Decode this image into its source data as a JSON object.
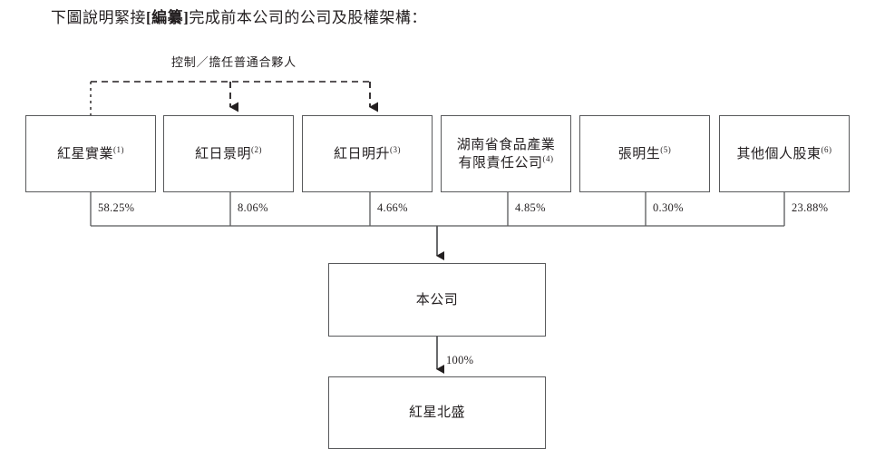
{
  "heading": {
    "before": "下圖說明緊接",
    "emphasis": "[編纂]",
    "after": "完成前本公司的公司及股權架構："
  },
  "diagram": {
    "control_label": "控制／擔任普通合夥人",
    "shareholders": [
      {
        "name": "紅星實業",
        "note": "(1)",
        "percent": "58.25%"
      },
      {
        "name": "紅日景明",
        "note": "(2)",
        "percent": "8.06%"
      },
      {
        "name": "紅日明升",
        "note": "(3)",
        "percent": "4.66%"
      },
      {
        "name": "湖南省食品產業\n有限責任公司",
        "line1": "湖南省食品產業",
        "line2": "有限責任公司",
        "note": "(4)",
        "percent": "4.85%"
      },
      {
        "name": "張明生",
        "note": "(5)",
        "percent": "0.30%"
      },
      {
        "name": "其他個人股東",
        "note": "(6)",
        "percent": "23.88%"
      }
    ],
    "company": {
      "name": "本公司"
    },
    "subsidiary": {
      "name": "紅星北盛",
      "percent": "100%"
    }
  },
  "colors": {
    "box_border": "#58595b",
    "connector": "#58595b",
    "text": "#231f20",
    "dashed_connector": "#231f20"
  }
}
